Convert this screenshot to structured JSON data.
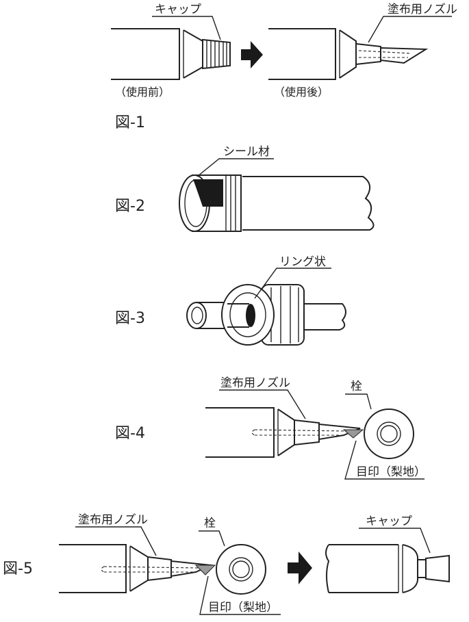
{
  "labels": {
    "cap": "キャップ",
    "nozzle": "塗布用ノズル",
    "before": "（使用前）",
    "after": "（使用後）",
    "seal": "シール材",
    "ring": "リング状",
    "plug": "栓",
    "mark": "目印（梨地）"
  },
  "figures": {
    "f1": "図-1",
    "f2": "図-2",
    "f3": "図-3",
    "f4": "図-4",
    "f5": "図-5"
  }
}
